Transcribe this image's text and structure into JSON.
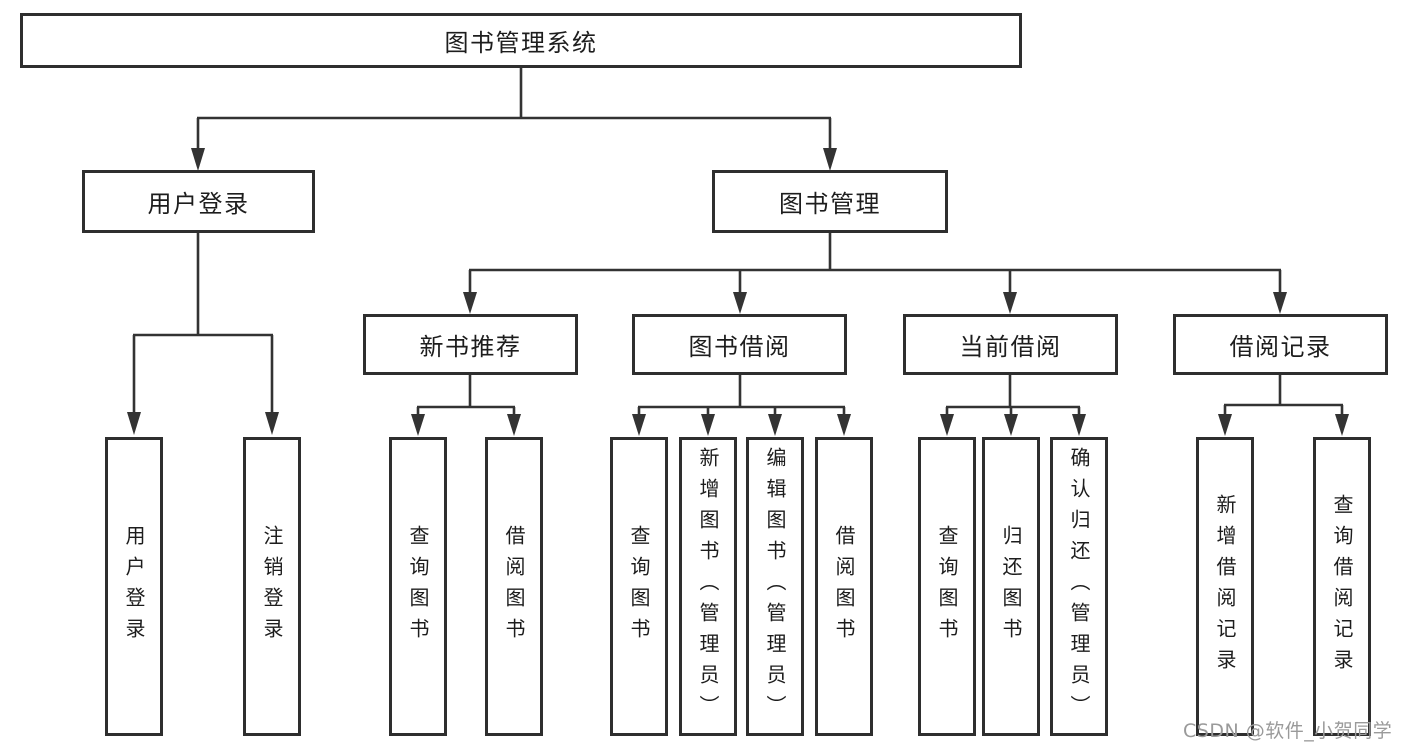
{
  "tree": {
    "label": "图书管理系统",
    "children": [
      {
        "label": "用户登录",
        "children": [
          {
            "label": "用户登录"
          },
          {
            "label": "注销登录"
          }
        ]
      },
      {
        "label": "图书管理",
        "children": [
          {
            "label": "新书推荐",
            "children": [
              {
                "label": "查询图书"
              },
              {
                "label": "借阅图书"
              }
            ]
          },
          {
            "label": "图书借阅",
            "children": [
              {
                "label": "查询图书"
              },
              {
                "label": "新增图书（管理员）"
              },
              {
                "label": "编辑图书（管理员）"
              },
              {
                "label": "借阅图书"
              }
            ]
          },
          {
            "label": "当前借阅",
            "children": [
              {
                "label": "查询图书"
              },
              {
                "label": "归还图书"
              },
              {
                "label": "确认归还（管理员）"
              }
            ]
          },
          {
            "label": "借阅记录",
            "children": [
              {
                "label": "新增借阅记录"
              },
              {
                "label": "查询借阅记录"
              }
            ]
          }
        ]
      }
    ]
  },
  "watermark": {
    "text": "CSDN @软件_小贺同学"
  },
  "colors": {
    "line": "#333333",
    "box_border": "#2e2e2e",
    "text": "#1d1d1d",
    "watermark": "#9a9a9a",
    "background": "#ffffff"
  }
}
